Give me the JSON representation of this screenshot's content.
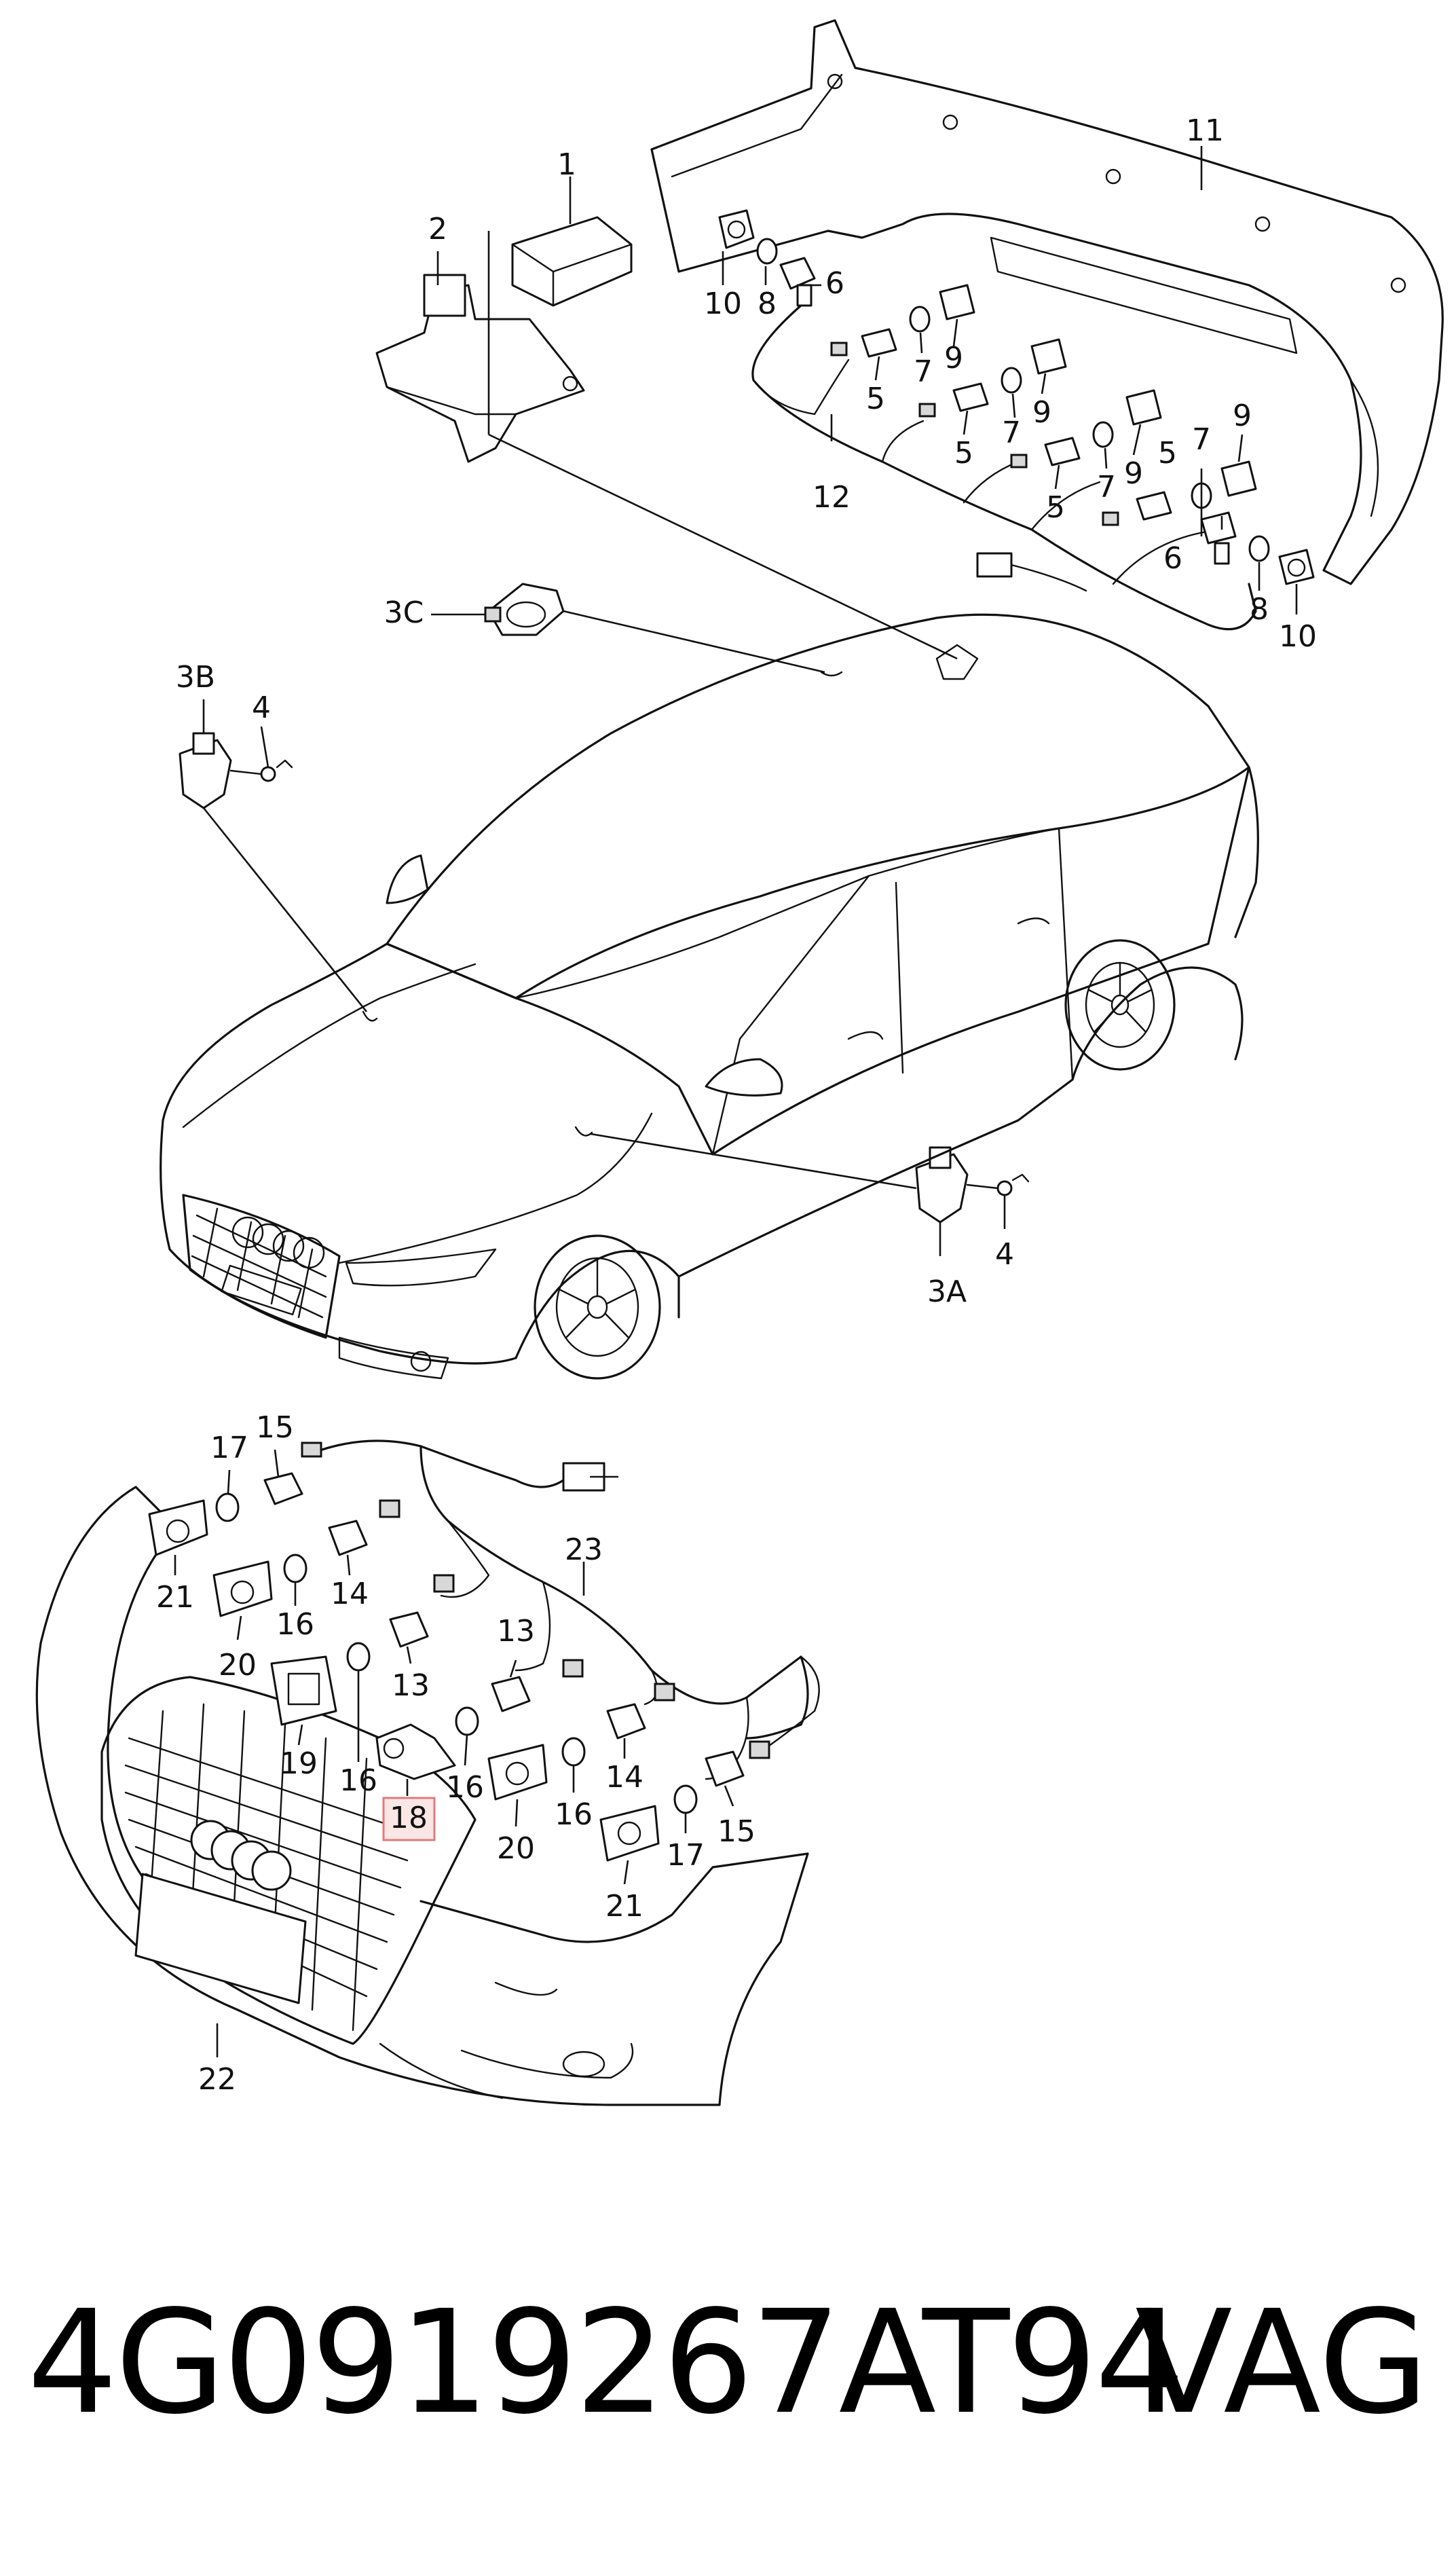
{
  "labels": {
    "l1": "1",
    "l2": "2",
    "l3a": "3A",
    "l3b": "3B",
    "l3c": "3C",
    "l4": "4",
    "l5": "5",
    "l6": "6",
    "l7": "7",
    "l8": "8",
    "l9": "9",
    "l10": "10",
    "l11": "11",
    "l12": "12",
    "l13": "13",
    "l14": "14",
    "l15": "15",
    "l16": "16",
    "l17": "17",
    "l18": "18",
    "l19": "19",
    "l20": "20",
    "l21": "21",
    "l22": "22",
    "l23": "23"
  },
  "highlighted_part": "18",
  "highlight_color": "#e07a7a",
  "footer": {
    "part_number": "4G0919267AT94",
    "brand": "VAG"
  }
}
